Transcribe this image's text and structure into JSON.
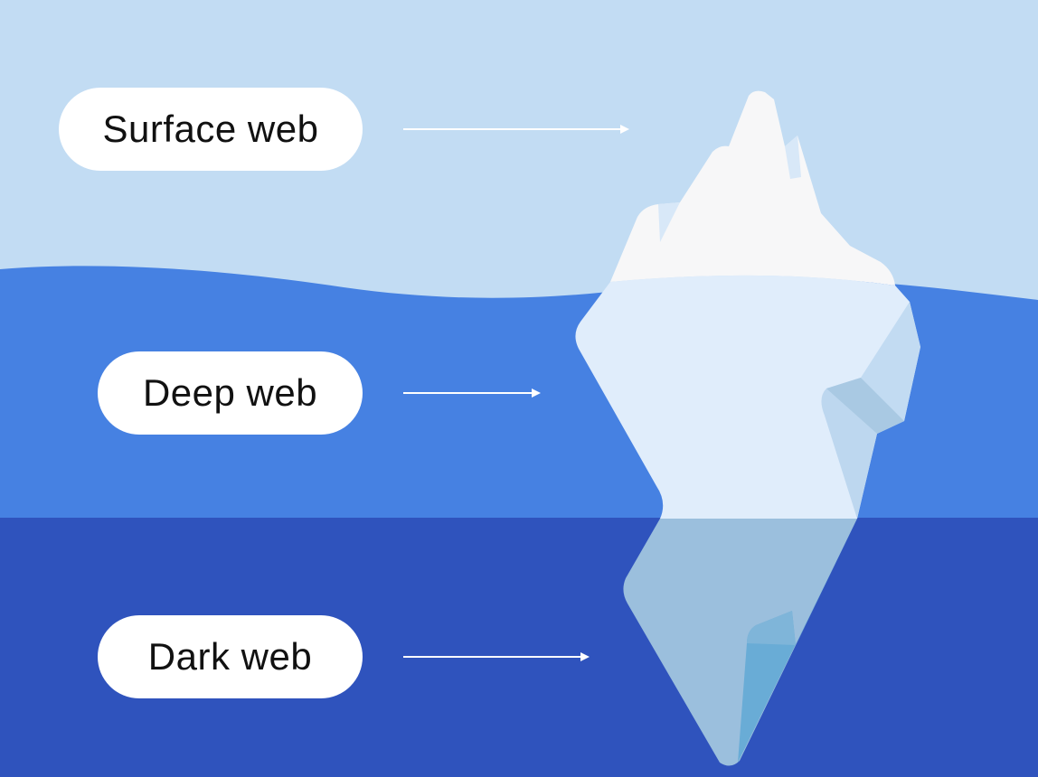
{
  "colors": {
    "sky": "#c2dcf3",
    "deep_water": "#4681e2",
    "dark_water": "#2f53bd",
    "ice_top": "#f7f7f8",
    "ice_middle": "#e0edfb",
    "ice_shadow": "#bfd8f0",
    "ice_underwater": "#9bbfdd",
    "ice_underwater_shadow": "#69acd6",
    "label_bg": "#ffffff",
    "label_text": "#111111",
    "arrow": "#ffffff"
  },
  "layers": [
    {
      "id": "surface",
      "label": "Surface web",
      "icon": "arrow-right-icon"
    },
    {
      "id": "deep",
      "label": "Deep web",
      "icon": "arrow-right-icon"
    },
    {
      "id": "dark",
      "label": "Dark web",
      "icon": "arrow-right-icon"
    }
  ]
}
